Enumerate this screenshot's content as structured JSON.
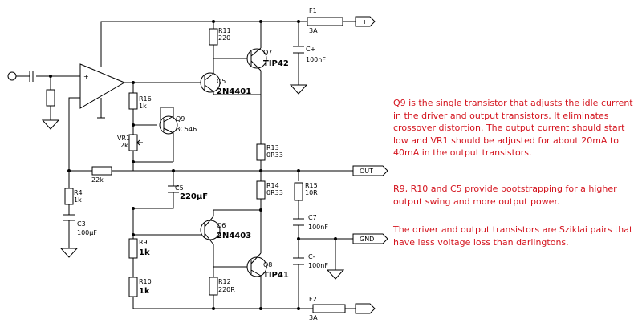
{
  "terminals": {
    "pos": "+",
    "neg": "−",
    "out": "OUT",
    "gnd": "GND"
  },
  "opamp": {
    "plus": "+",
    "minus": "−"
  },
  "fuses": {
    "f1": {
      "name": "F1",
      "value": "3A"
    },
    "f2": {
      "name": "F2",
      "value": "3A"
    }
  },
  "resistors": {
    "r11": {
      "name": "R11",
      "value": "220"
    },
    "r16": {
      "name": "R16",
      "value": "1k"
    },
    "vr1": {
      "name": "VR1",
      "value": "2k"
    },
    "r13": {
      "name": "R13",
      "value": "0R33"
    },
    "r14": {
      "name": "R14",
      "value": "0R33"
    },
    "r15": {
      "name": "R15",
      "value": "10R"
    },
    "r4": {
      "name": "R4",
      "value": "1k"
    },
    "rfb": {
      "value": "22k"
    },
    "r9": {
      "name": "R9",
      "value": "1k"
    },
    "r10": {
      "name": "R10",
      "value": "1k"
    },
    "r12": {
      "name": "R12",
      "value": "220R"
    }
  },
  "capacitors": {
    "cplus": {
      "name": "C+",
      "value": "100nF"
    },
    "cminus": {
      "name": "C-",
      "value": "100nF"
    },
    "c5": {
      "name": "C5",
      "value": "220µF"
    },
    "c3": {
      "name": "C3",
      "value": "100µF"
    },
    "c7": {
      "name": "C7",
      "value": "100nF"
    }
  },
  "transistors": {
    "q7": {
      "name": "Q7",
      "value": "TIP42"
    },
    "q5": {
      "name": "Q5",
      "value": "2N4401"
    },
    "q9": {
      "name": "Q9",
      "value": "BC546"
    },
    "q6": {
      "name": "Q6",
      "value": "2N4403"
    },
    "q8": {
      "name": "Q8",
      "value": "TIP41"
    }
  },
  "notes": {
    "n1": "Q9 is the single transistor that adjusts the idle current in the driver and output transistors.  It eliminates crossover distortion. The output current should start low and VR1 should be adjusted for about 20mA to 40mA in the output transistors.",
    "n2": "R9, R10 and C5 provide bootstrapping for a higher output swing and more output power.",
    "n3": "The driver and output transistors are Sziklai pairs that have less voltage loss than darlingtons."
  },
  "colors": {
    "note_text": "#d4141e",
    "wire": "#000000"
  }
}
